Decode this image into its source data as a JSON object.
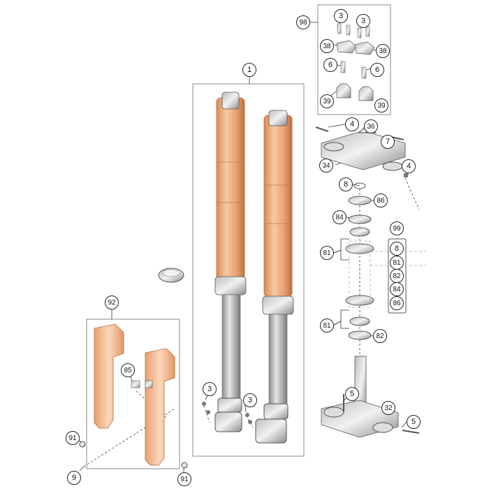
{
  "callouts": {
    "c1": "1",
    "c98": "98",
    "c3a": "3",
    "c3b": "3",
    "c38a": "38",
    "c38b": "38",
    "c6a": "6",
    "c6b": "6",
    "c39a": "39",
    "c39b": "39",
    "c4a": "4",
    "c36": "36",
    "c7": "7",
    "c34": "34",
    "c4b": "4",
    "c8a": "8",
    "c86a": "86",
    "c84a": "84",
    "c99": "99",
    "c8b": "8",
    "c81b": "81",
    "c82b": "82",
    "c84b": "84",
    "c86b": "86",
    "c81a": "81",
    "c81c": "81",
    "c82a": "82",
    "c92": "92",
    "c85": "85",
    "c3c": "3",
    "c3d": "3",
    "c5a": "5",
    "c32": "32",
    "c5b": "5",
    "c91a": "91",
    "c9": "9",
    "c91b": "91"
  }
}
